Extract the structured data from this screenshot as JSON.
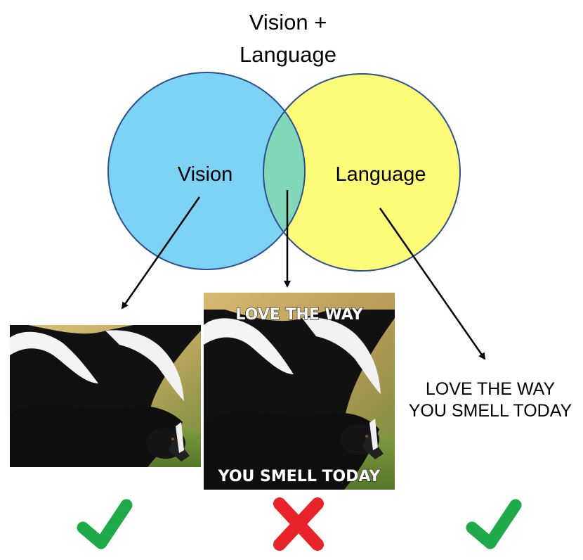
{
  "title": {
    "line1": "Vision +",
    "line2": "Language"
  },
  "venn": {
    "left_label": "Vision",
    "right_label": "Language",
    "left_color": "#7dd3f5",
    "right_color": "#fdfd7a",
    "overlap_color": "#80d8b8",
    "outline_color": "#2f4f8f"
  },
  "text_output": {
    "line1": "LOVE THE WAY",
    "line2": "YOU SMELL TODAY"
  },
  "meme": {
    "top_caption": "LOVE THE WAY",
    "bottom_caption": "YOU SMELL TODAY"
  },
  "images": {
    "left_image": "skunk-photo",
    "meme_image": "skunk-meme-photo"
  },
  "results": {
    "vision": "check-icon",
    "combined": "cross-icon",
    "language": "check-icon",
    "check_color": "#1faa4a",
    "cross_color": "#e8232a"
  }
}
